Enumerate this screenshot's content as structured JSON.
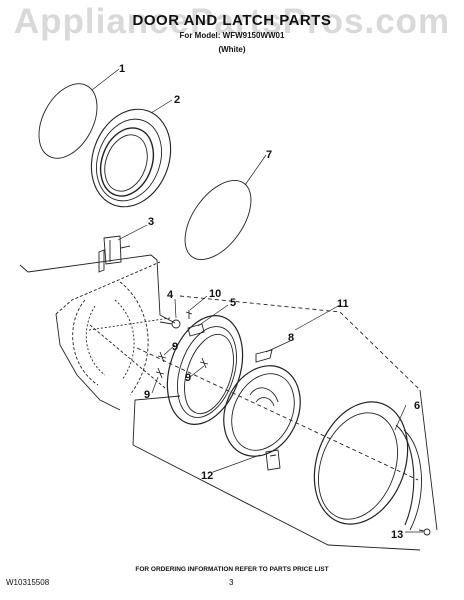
{
  "watermark": "AppliancePartsPros.com",
  "title": "DOOR AND LATCH PARTS",
  "model_line": "For Model: WFW9150WW01",
  "color_line": "(White)",
  "footer_note": "FOR ORDERING INFORMATION REFER TO PARTS PRICE LIST",
  "doc_number": "W10315508",
  "page_number": "3",
  "callouts": {
    "c1": "1",
    "c2": "2",
    "c3": "3",
    "c4": "4",
    "c5": "5",
    "c6": "6",
    "c7": "7",
    "c8": "8",
    "c9a": "9",
    "c9b": "9",
    "c9c": "9",
    "c10": "10",
    "c11": "11",
    "c12": "12",
    "c13": "13"
  },
  "colors": {
    "line": "#222222",
    "watermark": "#b9b9b9"
  }
}
